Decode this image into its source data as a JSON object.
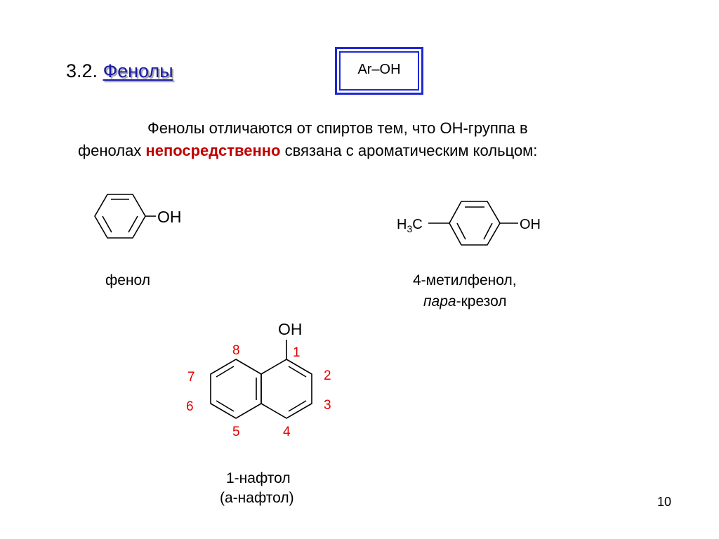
{
  "slide": {
    "section_number": "3.2.",
    "section_title": "Фенолы",
    "general_formula": "Ar–OH",
    "definition": {
      "line1": "Фенолы отличаются от спиртов тем, что ОН-группа в",
      "line2_start": "фенолах ",
      "emphasis": "непосредственно",
      "line2_end": " связана с ароматическим кольцом:"
    },
    "accent_colors": {
      "title": "#1a1aa6",
      "box_border": "#1f27d6",
      "emphasis": "#c00000",
      "locants": "#e00000"
    },
    "page_number": "10"
  },
  "compounds": {
    "phenol": {
      "group": "OH",
      "name": "фенол"
    },
    "cresol": {
      "left_group": "H",
      "left_group_sub": "3",
      "left_group_tail": "C",
      "right_group": "OH",
      "name_line1": "4-метилфенол,",
      "name_italic": "пара",
      "name_rest": "-крезол"
    },
    "naphthol": {
      "group": "OH",
      "locants": [
        "1",
        "2",
        "3",
        "4",
        "5",
        "6",
        "7",
        "8"
      ],
      "name_line1": "1-нафтол",
      "name_line2": "(а-нафтол)"
    }
  }
}
